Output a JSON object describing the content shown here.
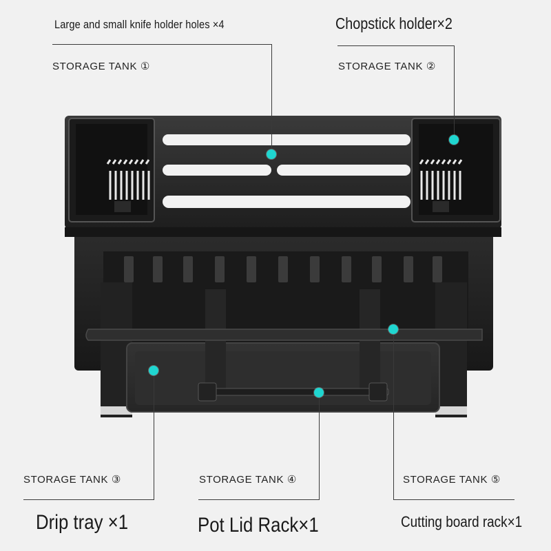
{
  "labels": {
    "knife_holes": "Large and small knife holder holes ×4",
    "chopstick_holder": "Chopstick holder×2",
    "tank1": "STORAGE TANK ①",
    "tank2": "STORAGE TANK ②",
    "tank3": "STORAGE TANK ③",
    "tank4": "STORAGE TANK ④",
    "tank5": "STORAGE TANK ⑤",
    "drip_tray": "Drip tray ×1",
    "pot_lid_rack": "Pot Lid Rack×1",
    "cutting_board_rack": "Cutting board rack×1"
  },
  "colors": {
    "background": "#f1f1f1",
    "rack_body": "#2a2a2a",
    "marker": "#1fd6d0",
    "leader_line": "#3a3a3a"
  }
}
